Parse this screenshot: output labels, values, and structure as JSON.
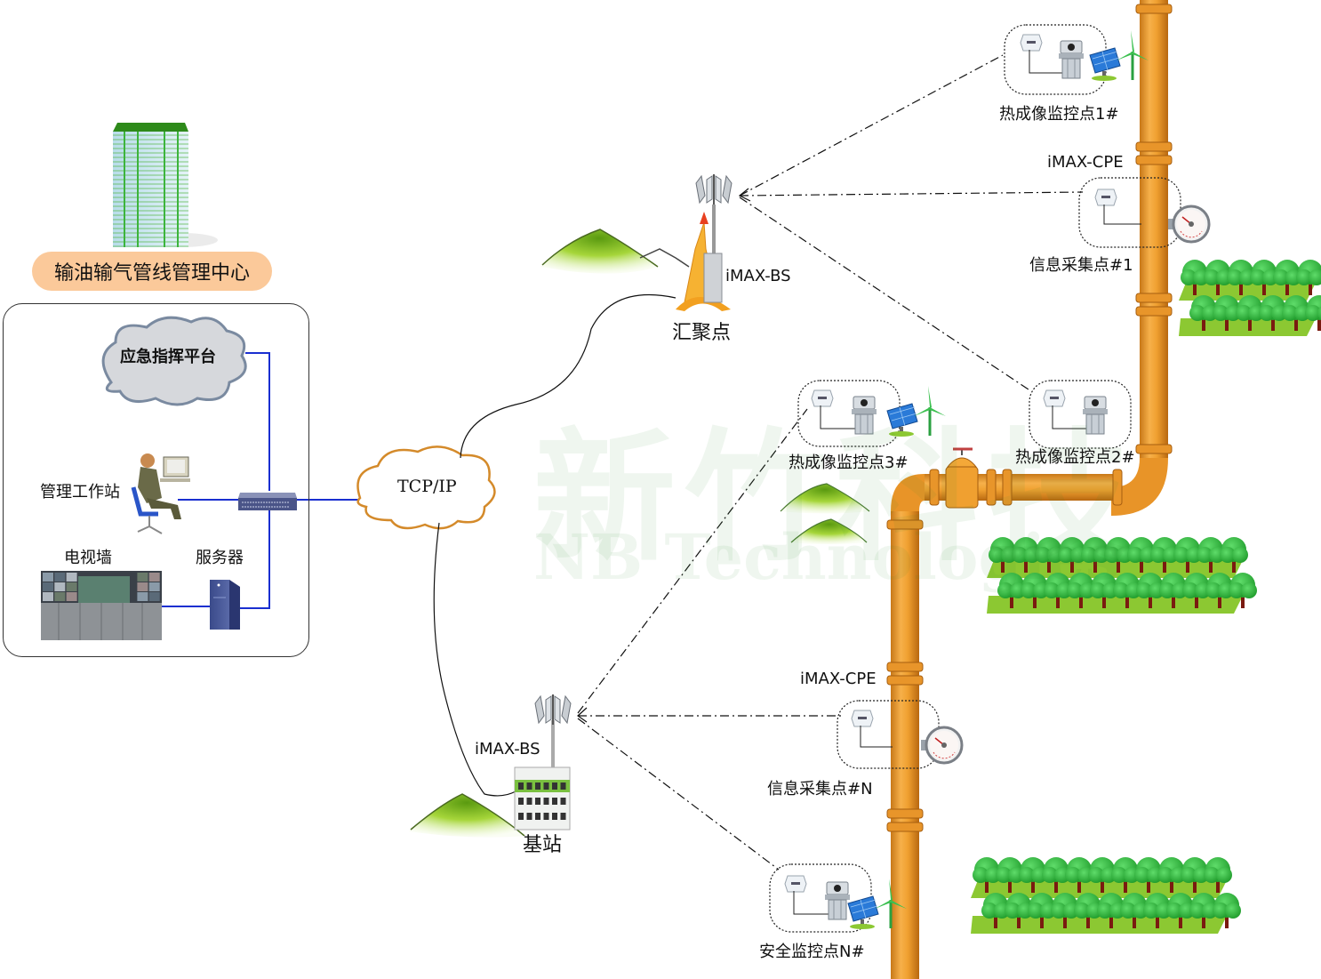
{
  "diagram": {
    "title": "输油输气管线管理中心",
    "watermark": {
      "cn": "新竹科技",
      "en": "NB Technologies"
    },
    "management_center": {
      "cloud_label": "应急指挥平台",
      "workstation_label": "管理工作站",
      "video_wall_label": "电视墙",
      "server_label": "服务器"
    },
    "network": {
      "label": "TCP/IP"
    },
    "aggregation_point": {
      "device": "iMAX-BS",
      "label": "汇聚点"
    },
    "base_station": {
      "device": "iMAX-BS",
      "label": "基站"
    },
    "sites": [
      {
        "label": "热成像监控点1#"
      },
      {
        "label": "信息采集点#1",
        "device": "iMAX-CPE"
      },
      {
        "label": "热成像监控点2#"
      },
      {
        "label": "热成像监控点3#"
      },
      {
        "label": "信息采集点#N",
        "device": "iMAX-CPE"
      },
      {
        "label": "安全监控点N#"
      }
    ],
    "colors": {
      "pipe": "#f0a030",
      "pipe_dark": "#c87818",
      "lan": "#1a2fd0",
      "title_pill": "#fbc99a",
      "cloud_border": "#d48a2a",
      "tree": "#2eaa3a",
      "grass": "#8cc832"
    }
  }
}
